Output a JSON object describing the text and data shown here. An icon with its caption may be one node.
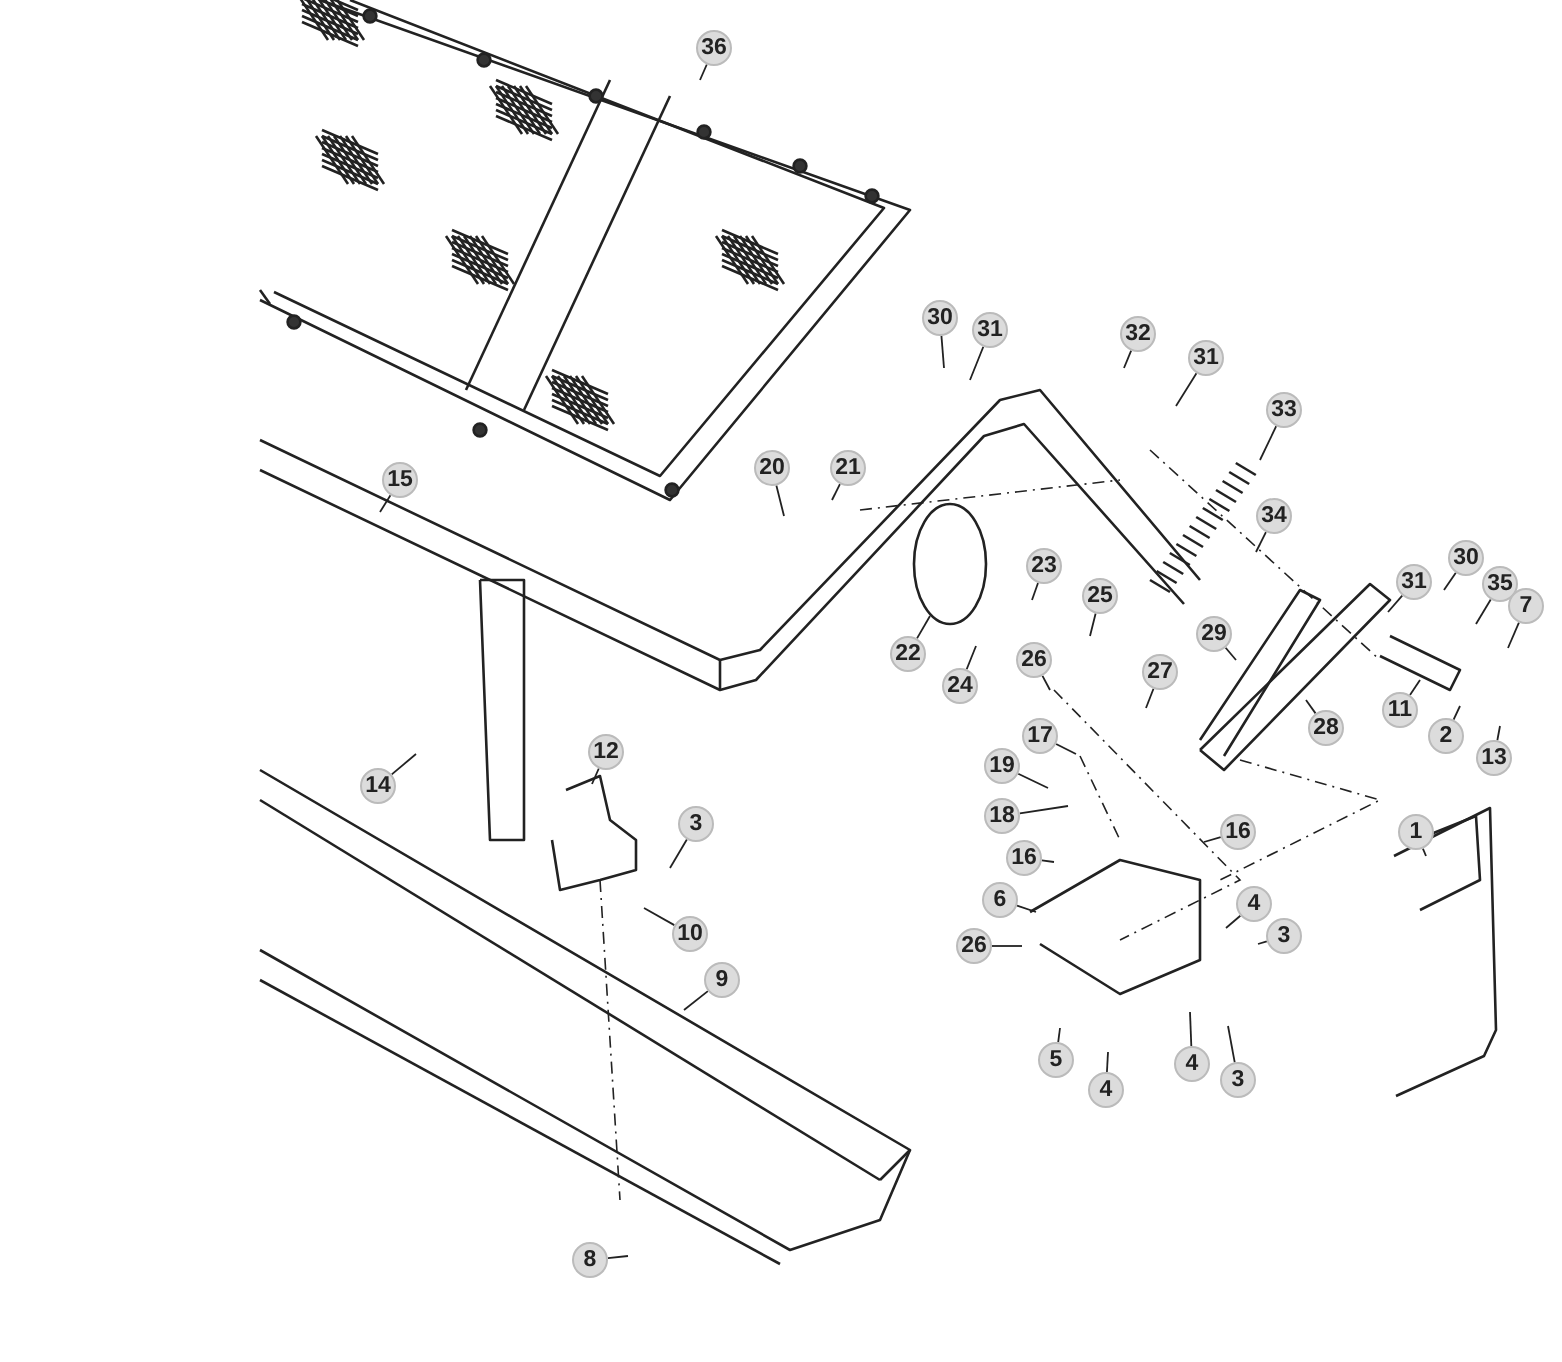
{
  "diagram": {
    "nodes": [
      {
        "text": [
          "36"
        ]
      },
      {
        "text": [
          "30"
        ]
      },
      {
        "text": [
          "31"
        ]
      },
      {
        "text": [
          "32"
        ]
      },
      {
        "text": [
          "31"
        ]
      },
      {
        "text": [
          "33"
        ]
      },
      {
        "text": [
          "20"
        ]
      },
      {
        "text": [
          "21"
        ]
      },
      {
        "text": [
          "15"
        ]
      },
      {
        "text": [
          "34"
        ]
      },
      {
        "text": [
          "30"
        ]
      },
      {
        "text": [
          "23"
        ]
      },
      {
        "text": [
          "31"
        ]
      },
      {
        "text": [
          "35"
        ]
      },
      {
        "text": [
          "25"
        ]
      },
      {
        "text": [
          "7"
        ]
      },
      {
        "text": [
          "29"
        ]
      },
      {
        "text": [
          "22"
        ]
      },
      {
        "text": [
          "26"
        ]
      },
      {
        "text": [
          "27"
        ]
      },
      {
        "text": [
          "24"
        ]
      },
      {
        "text": [
          "11"
        ]
      },
      {
        "text": [
          "28"
        ]
      },
      {
        "text": [
          "17"
        ]
      },
      {
        "text": [
          "2"
        ]
      },
      {
        "text": [
          "12"
        ]
      },
      {
        "text": [
          "13"
        ]
      },
      {
        "text": [
          "19"
        ]
      },
      {
        "text": [
          "14"
        ]
      },
      {
        "text": [
          "18"
        ]
      },
      {
        "text": [
          "3"
        ]
      },
      {
        "text": [
          "16"
        ]
      },
      {
        "text": [
          "1"
        ]
      },
      {
        "text": [
          "16"
        ]
      },
      {
        "text": [
          "6"
        ]
      },
      {
        "text": [
          "4"
        ]
      },
      {
        "text": [
          "10"
        ]
      },
      {
        "text": [
          "3"
        ]
      },
      {
        "text": [
          "26"
        ]
      },
      {
        "text": [
          "9"
        ]
      },
      {
        "text": [
          "5"
        ]
      },
      {
        "text": [
          "4"
        ]
      },
      {
        "text": [
          "3"
        ]
      },
      {
        "text": [
          "4"
        ]
      },
      {
        "text": [
          "8"
        ]
      }
    ],
    "edges": [
      {
        "from": 0,
        "to": null,
        "arrow": "none"
      },
      {
        "from": 1,
        "to": null,
        "arrow": "none"
      },
      {
        "from": 2,
        "to": null,
        "arrow": "none"
      },
      {
        "from": 3,
        "to": null,
        "arrow": "none"
      },
      {
        "from": 4,
        "to": null,
        "arrow": "none"
      },
      {
        "from": 5,
        "to": null,
        "arrow": "none"
      },
      {
        "from": 6,
        "to": null,
        "arrow": "none"
      },
      {
        "from": 7,
        "to": null,
        "arrow": "none"
      },
      {
        "from": 8,
        "to": null,
        "arrow": "none"
      },
      {
        "from": 9,
        "to": null,
        "arrow": "none"
      },
      {
        "from": 10,
        "to": null,
        "arrow": "none"
      },
      {
        "from": 11,
        "to": null,
        "arrow": "none"
      },
      {
        "from": 12,
        "to": null,
        "arrow": "none"
      },
      {
        "from": 13,
        "to": null,
        "arrow": "none"
      },
      {
        "from": 14,
        "to": null,
        "arrow": "none"
      },
      {
        "from": 15,
        "to": null,
        "arrow": "none"
      },
      {
        "from": 16,
        "to": null,
        "arrow": "none"
      },
      {
        "from": 17,
        "to": null,
        "arrow": "none"
      },
      {
        "from": 18,
        "to": null,
        "arrow": "none"
      },
      {
        "from": 19,
        "to": null,
        "arrow": "none"
      },
      {
        "from": 20,
        "to": null,
        "arrow": "none"
      },
      {
        "from": 21,
        "to": null,
        "arrow": "none"
      },
      {
        "from": 22,
        "to": null,
        "arrow": "none"
      },
      {
        "from": 23,
        "to": null,
        "arrow": "none"
      },
      {
        "from": 24,
        "to": null,
        "arrow": "none"
      },
      {
        "from": 25,
        "to": null,
        "arrow": "none"
      },
      {
        "from": 26,
        "to": null,
        "arrow": "none"
      },
      {
        "from": 27,
        "to": null,
        "arrow": "none"
      },
      {
        "from": 28,
        "to": null,
        "arrow": "none"
      },
      {
        "from": 29,
        "to": null,
        "arrow": "none"
      },
      {
        "from": 30,
        "to": null,
        "arrow": "none"
      },
      {
        "from": 31,
        "to": null,
        "arrow": "none"
      },
      {
        "from": 32,
        "to": null,
        "arrow": "none"
      },
      {
        "from": 33,
        "to": null,
        "arrow": "none"
      },
      {
        "from": 34,
        "to": null,
        "arrow": "none"
      },
      {
        "from": 35,
        "to": null,
        "arrow": "none"
      },
      {
        "from": 36,
        "to": null,
        "arrow": "none"
      },
      {
        "from": 37,
        "to": null,
        "arrow": "none"
      },
      {
        "from": 38,
        "to": null,
        "arrow": "none"
      },
      {
        "from": 39,
        "to": null,
        "arrow": "none"
      },
      {
        "from": 40,
        "to": null,
        "arrow": "none"
      },
      {
        "from": 41,
        "to": null,
        "arrow": "none"
      },
      {
        "from": 42,
        "to": null,
        "arrow": "none"
      },
      {
        "from": 43,
        "to": null,
        "arrow": "none"
      },
      {
        "from": 44,
        "to": null,
        "arrow": "none"
      }
    ]
  }
}
